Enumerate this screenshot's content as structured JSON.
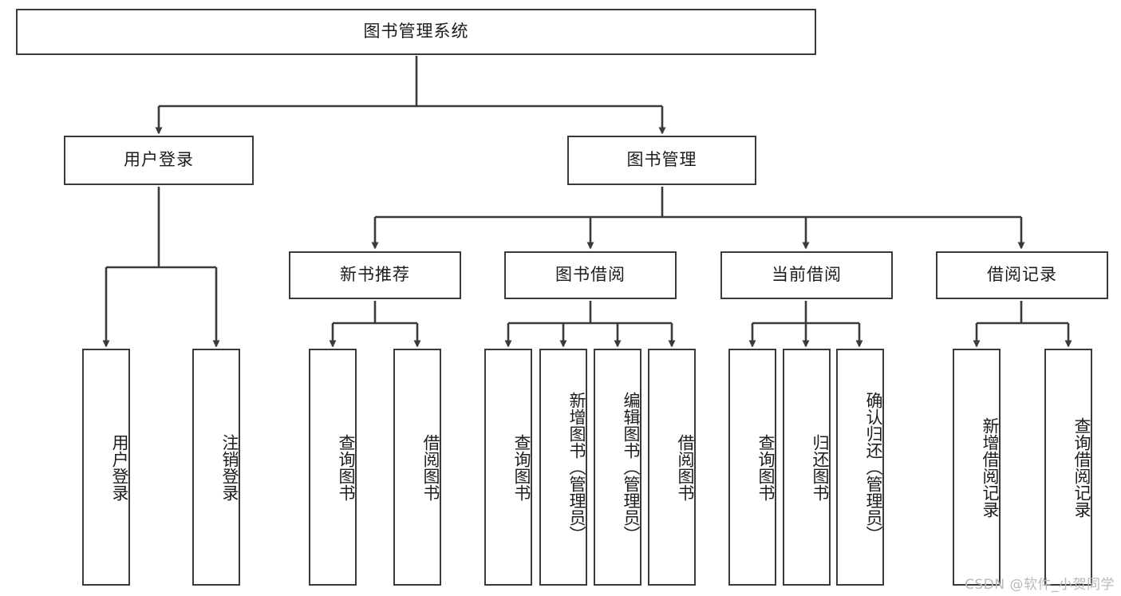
{
  "diagram": {
    "type": "tree",
    "title": "图书管理系统",
    "watermark": "CSDN @软件_小贺同学",
    "colors": {
      "box_border": "#3a3a3a",
      "box_fill": "#ffffff",
      "edge": "#3a3a3a",
      "text": "#1c1c1c",
      "watermark": "#b9b9b9",
      "background": "#ffffff"
    },
    "root": {
      "label": "图书管理系统"
    },
    "level2": [
      {
        "id": "user-login",
        "label": "用户登录"
      },
      {
        "id": "book-manage",
        "label": "图书管理"
      }
    ],
    "level3": [
      {
        "id": "new-book-recommend",
        "label": "新书推荐"
      },
      {
        "id": "book-borrow",
        "label": "图书借阅"
      },
      {
        "id": "current-borrow",
        "label": "当前借阅"
      },
      {
        "id": "borrow-record",
        "label": "借阅记录"
      }
    ],
    "leaves": {
      "user_login": [
        {
          "id": "leaf-user-login",
          "label": "用户登录"
        },
        {
          "id": "leaf-logout",
          "label": "注销登录"
        }
      ],
      "new_book_recommend": [
        {
          "id": "leaf-query-book-1",
          "label": "查询图书"
        },
        {
          "id": "leaf-borrow-book-1",
          "label": "借阅图书"
        }
      ],
      "book_borrow": [
        {
          "id": "leaf-query-book-2",
          "label": "查询图书"
        },
        {
          "id": "leaf-add-book",
          "label": "新增图书（管理员）"
        },
        {
          "id": "leaf-edit-book",
          "label": "编辑图书（管理员）"
        },
        {
          "id": "leaf-borrow-book-2",
          "label": "借阅图书"
        }
      ],
      "current_borrow": [
        {
          "id": "leaf-query-book-3",
          "label": "查询图书"
        },
        {
          "id": "leaf-return-book",
          "label": "归还图书"
        },
        {
          "id": "leaf-confirm-return",
          "label": "确认归还（管理员）"
        }
      ],
      "borrow_record": [
        {
          "id": "leaf-add-record",
          "label": "新增借阅记录"
        },
        {
          "id": "leaf-query-record",
          "label": "查询借阅记录"
        }
      ]
    }
  }
}
